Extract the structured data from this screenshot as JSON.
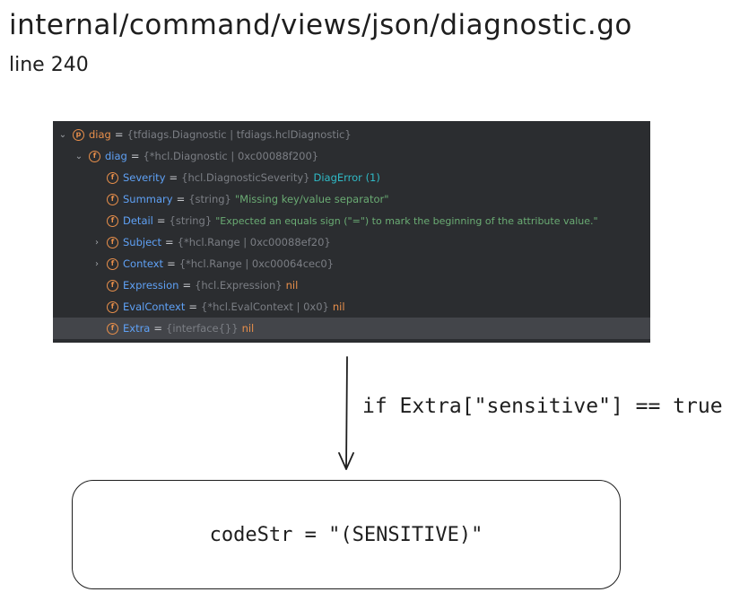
{
  "header": {
    "title": "internal/command/views/json/diagnostic.go",
    "line": "line 240"
  },
  "debugger": {
    "rows": [
      {
        "expander": "v",
        "badge": "p",
        "name": "diag",
        "type": "{tfdiags.Diagnostic | tfdiags.hclDiagnostic}",
        "value": "",
        "value_kind": "none"
      },
      {
        "expander": "v",
        "badge": "f",
        "name": "diag",
        "type": "{*hcl.Diagnostic | 0xc00088f200}",
        "value": "",
        "value_kind": "none"
      },
      {
        "expander": "",
        "badge": "f",
        "name": "Severity",
        "type": "{hcl.DiagnosticSeverity}",
        "value": "DiagError (1)",
        "value_kind": "const"
      },
      {
        "expander": "",
        "badge": "f",
        "name": "Summary",
        "type": "{string}",
        "value": "\"Missing key/value separator\"",
        "value_kind": "string"
      },
      {
        "expander": "",
        "badge": "f",
        "name": "Detail",
        "type": "{string}",
        "value": "\"Expected an equals sign (\"=\") to mark the beginning of the attribute value.\"",
        "value_kind": "string"
      },
      {
        "expander": ">",
        "badge": "f",
        "name": "Subject",
        "type": "{*hcl.Range | 0xc00088ef20}",
        "value": "",
        "value_kind": "none"
      },
      {
        "expander": ">",
        "badge": "f",
        "name": "Context",
        "type": "{*hcl.Range | 0xc00064cec0}",
        "value": "",
        "value_kind": "none"
      },
      {
        "expander": "",
        "badge": "f",
        "name": "Expression",
        "type": "{hcl.Expression}",
        "value": "nil",
        "value_kind": "nil"
      },
      {
        "expander": "",
        "badge": "f",
        "name": "EvalContext",
        "type": "{*hcl.EvalContext | 0x0}",
        "value": "nil",
        "value_kind": "nil"
      },
      {
        "expander": "",
        "badge": "f",
        "name": "Extra",
        "type": "{interface{}}",
        "value": "nil",
        "value_kind": "nil"
      }
    ]
  },
  "flow": {
    "condition": "if Extra[\"sensitive\"] == true",
    "result": "codeStr = \"(SENSITIVE)\""
  },
  "colors": {
    "panel_bg": "#2b2d30",
    "field_name": "#5fa1f5",
    "badge": "#e88f4b",
    "string_value": "#6aab73",
    "const_value": "#2fbac6",
    "type_text": "#7b7e84"
  }
}
